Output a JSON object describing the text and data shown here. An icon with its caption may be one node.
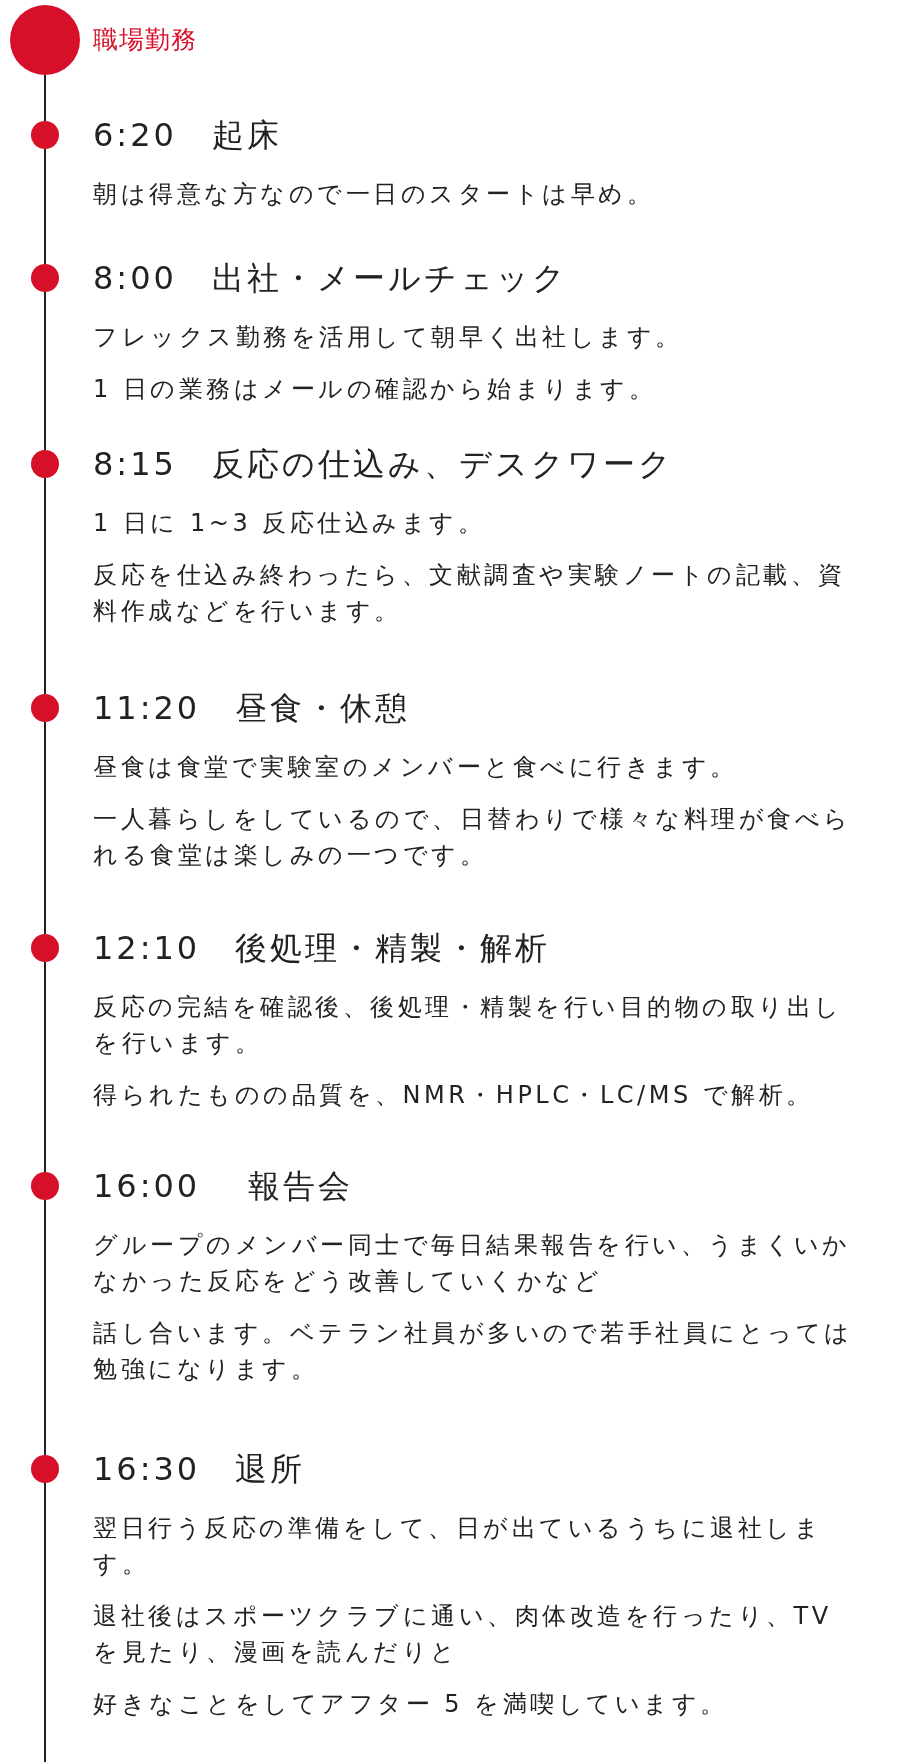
{
  "diagram": {
    "title": "職場勤務",
    "nodes": [
      {
        "text": [],
        "shape": "circle"
      },
      {
        "text": [
          "6:20　起床",
          "朝は得意な方なので一日のスタートは早め。"
        ]
      },
      {
        "text": [
          "8:00　出社・メールチェック",
          "フレックス勤務を活用して朝早く出社します。",
          "1 日の業務はメールの確認から始まります。"
        ]
      },
      {
        "text": [
          "8:15　反応の仕込み、デスクワーク",
          "1 日に 1~3 反応仕込みます。",
          "反応を仕込み終わったら、文献調査や実験ノートの記載、資料作成などを行います。"
        ]
      },
      {
        "text": [
          "11:20　昼食・休憩",
          "昼食は食堂で実験室のメンバーと食べに行きます。",
          "一人暮らしをしているので、日替わりで様々な料理が食べられる食堂は楽しみの一つです。"
        ]
      },
      {
        "text": [
          "12:10　後処理・精製・解析",
          "反応の完結を確認後、後処理・精製を行い目的物の取り出しを行います。",
          "得られたものの品質を、NMR・HPLC・LC/MS で解析。"
        ]
      },
      {
        "text": [
          "16:00　 報告会",
          "グループのメンバー同士で毎日結果報告を行い、うまくいかなかった反応をどう改善していくかなど",
          "話し合います。ベテラン社員が多いので若手社員にとっては勉強になります。"
        ]
      },
      {
        "text": [
          "16:30　退所",
          "翌日行う反応の準備をして、日が出ているうちに退社します。",
          "退社後はスポーツクラブに通い、肉体改造を行ったり、TV を見たり、漫画を読んだりと",
          "好きなことをしてアフター 5 を満喫しています。"
        ]
      }
    ],
    "edges": [
      {
        "from": 0,
        "to": 1,
        "arrow": "none"
      },
      {
        "from": 1,
        "to": 2,
        "arrow": "none"
      },
      {
        "from": 2,
        "to": 3,
        "arrow": "none"
      },
      {
        "from": 3,
        "to": 4,
        "arrow": "none"
      },
      {
        "from": 4,
        "to": 5,
        "arrow": "none"
      },
      {
        "from": 5,
        "to": 6,
        "arrow": "none"
      },
      {
        "from": 6,
        "to": 7,
        "arrow": "none"
      },
      {
        "from": 7,
        "to": null,
        "arrow": "none"
      }
    ]
  }
}
